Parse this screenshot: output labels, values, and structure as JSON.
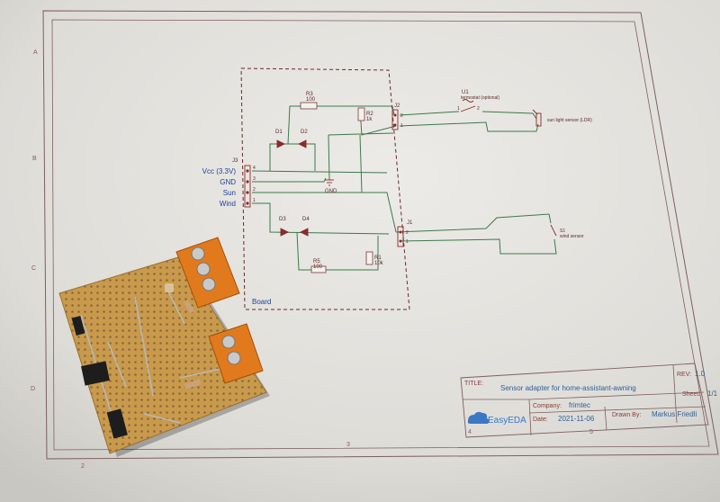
{
  "title_block": {
    "title_label": "TITLE:",
    "title": "Sensor adapter for home-assistant-awning",
    "rev_label": "REV:",
    "rev": "1.0",
    "company_label": "Company:",
    "company": "frimtec",
    "sheet_label": "Sheet:",
    "sheet": "1/1",
    "date_label": "Date:",
    "date": "2021-11-06",
    "drawn_label": "Drawn By:",
    "drawn_by": "Markus Friedli",
    "logo_text": "EasyEDA"
  },
  "schematic": {
    "board_label": "Board",
    "gnd_label": "GND",
    "j3": {
      "ref": "J3",
      "pins": [
        "Vcc (3.3V)",
        "GND",
        "Sun",
        "Wind"
      ],
      "pin_numbers": [
        "4",
        "3",
        "2",
        "1"
      ]
    },
    "r1": {
      "ref": "R1",
      "value": "10k"
    },
    "r2": {
      "ref": "R2",
      "value": "1k"
    },
    "r3": {
      "ref": "R3",
      "value": "100"
    },
    "r5": {
      "ref": "R5",
      "value": "100"
    },
    "diodes": [
      "D1",
      "D2",
      "D3",
      "D4"
    ],
    "j1": {
      "ref": "J1",
      "pins": [
        "2",
        "1"
      ]
    },
    "j2": {
      "ref": "J2",
      "pins": [
        "2",
        "1"
      ]
    },
    "u1": {
      "ref": "U1",
      "desc": "termostat (optional)",
      "pins": [
        "1",
        "2"
      ]
    },
    "ldr_label": "sun light sensor (LDR)",
    "s1": {
      "ref": "S1",
      "desc": "wind sensor"
    }
  },
  "frame": {
    "row_letters": [
      "A",
      "B",
      "C",
      "D"
    ],
    "col_numbers": [
      "2",
      "3",
      "4",
      "5"
    ]
  }
}
